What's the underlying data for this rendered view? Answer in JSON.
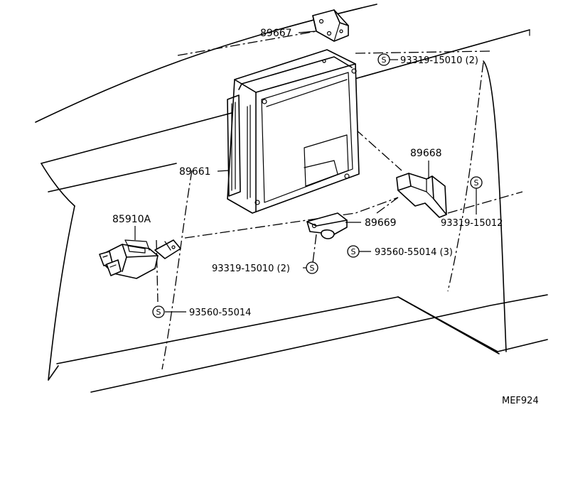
{
  "parts": {
    "bracket_top": "89667",
    "ecu": "89661",
    "bracket_right": "89668",
    "bracket_lower": "89669",
    "relay": "85910A"
  },
  "fasteners": {
    "screw_top": "93319-15010 (2)",
    "screw_right": "93319-15012",
    "screw_lower_left": "93319-15010 (2)",
    "nut_lower": "93560-55014 (3)",
    "nut_relay": "93560-55014"
  },
  "symbol_letter": "S",
  "figure_code": "MEF924"
}
